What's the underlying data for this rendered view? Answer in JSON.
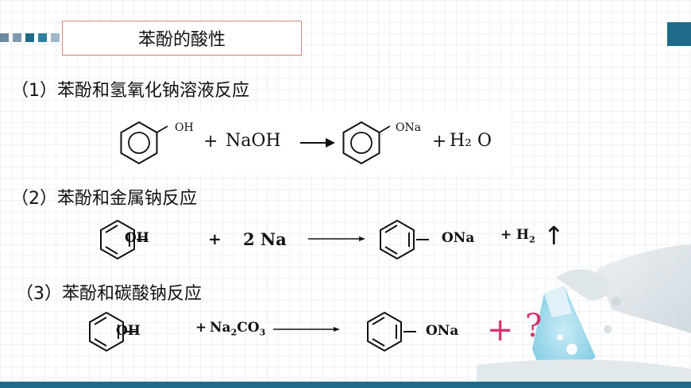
{
  "title": "苯酚的酸性",
  "colors": {
    "accent": "#1d6a8a",
    "title_border": "#d98a7a",
    "highlight": "#d6336c"
  },
  "sections": [
    {
      "heading": "（1）苯酚和氢氧化钠溶液反应",
      "reactant_group": "OH",
      "plus1": "+",
      "reagent": "NaOH",
      "product_group": "ONa",
      "plus2": "+",
      "byproduct": "H₂ O"
    },
    {
      "heading": "（2）苯酚和金属钠反应",
      "reactant_group": "OH",
      "plus1": "+",
      "reagent": "2 Na",
      "product_group": "ONa",
      "plus2": "+",
      "byproduct_main": "H",
      "byproduct_sub": "2",
      "gas_arrow": "↑"
    },
    {
      "heading": "（3）苯酚和碳酸钠反应",
      "reactant_group": "OH",
      "plus1": "+",
      "reagent_parts": [
        "Na",
        "2",
        "CO",
        "3"
      ],
      "product_group": "ONa",
      "unknown_plus": "+",
      "unknown_mark": "?"
    }
  ]
}
